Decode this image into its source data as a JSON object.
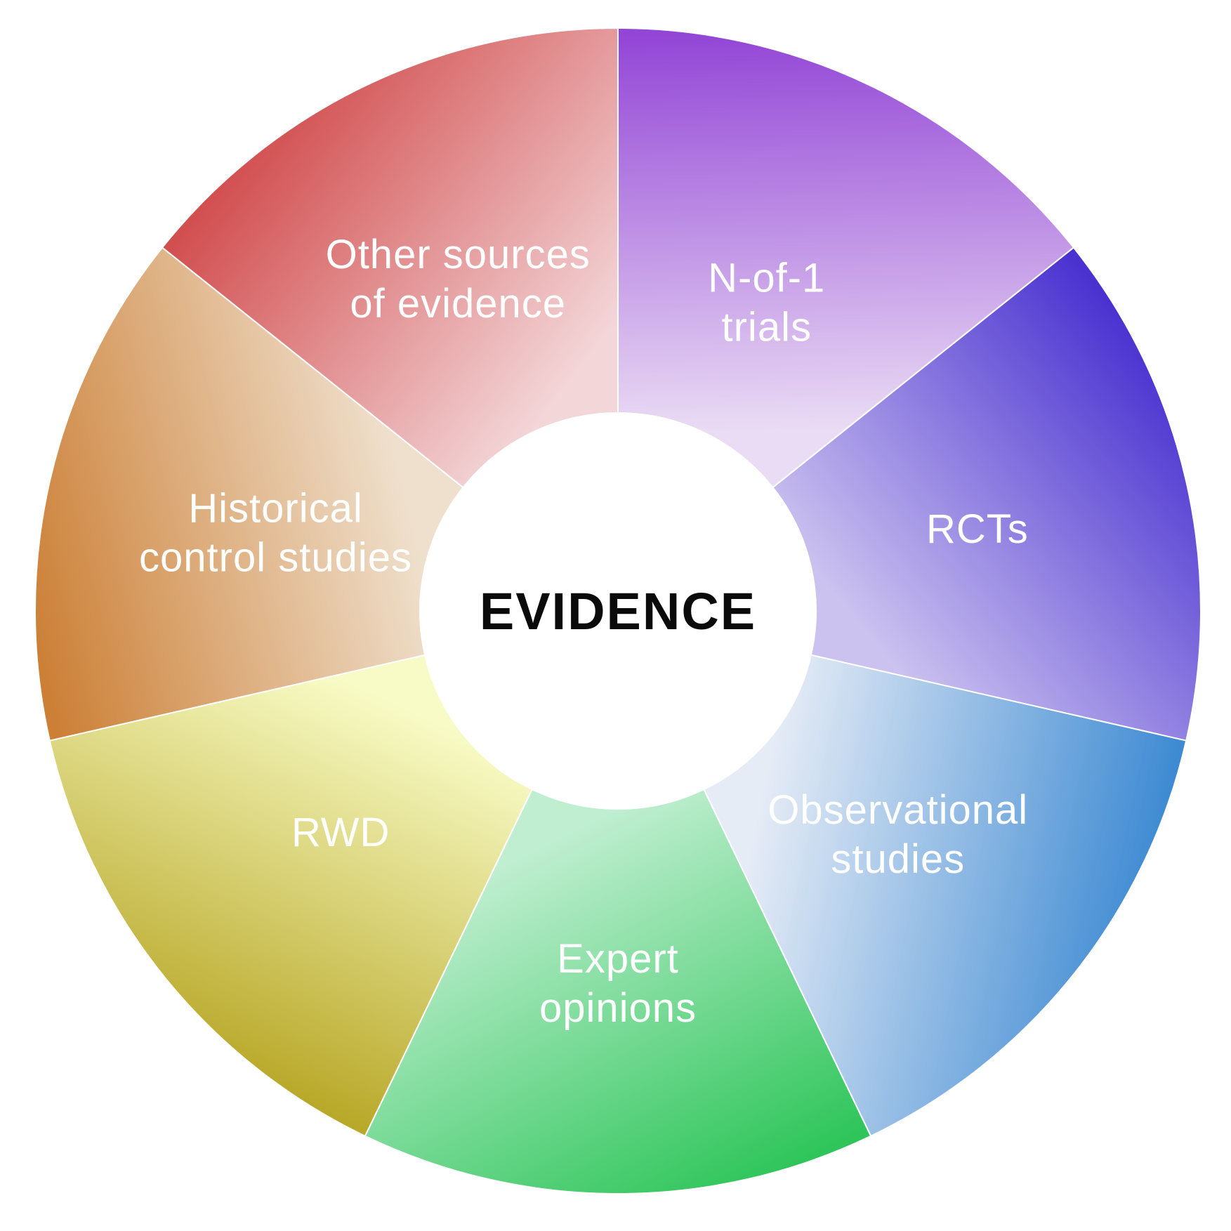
{
  "center": {
    "label": "EVIDENCE"
  },
  "segments": [
    {
      "id": "n-of-1",
      "lines": [
        "N-of-1",
        "trials"
      ],
      "outer_color": "#9346d6",
      "inner_color": "#eadcf4"
    },
    {
      "id": "rcts",
      "lines": [
        "RCTs"
      ],
      "outer_color": "#4a32d0",
      "inner_color": "#cbc2ef"
    },
    {
      "id": "observational",
      "lines": [
        "Observational",
        "studies"
      ],
      "outer_color": "#3f8bd3",
      "inner_color": "#e6ecf6"
    },
    {
      "id": "expert",
      "lines": [
        "Expert",
        "opinions"
      ],
      "outer_color": "#2fc55a",
      "inner_color": "#bfeed0"
    },
    {
      "id": "rwd",
      "lines": [
        "RWD"
      ],
      "outer_color": "#b9a92a",
      "inner_color": "#f8fbc6"
    },
    {
      "id": "historical",
      "lines": [
        "Historical",
        "control studies"
      ],
      "outer_color": "#cc7f35",
      "inner_color": "#efe0cd"
    },
    {
      "id": "other",
      "lines": [
        "Other sources",
        "of evidence"
      ],
      "outer_color": "#d24f50",
      "inner_color": "#f3d6d8"
    }
  ]
}
